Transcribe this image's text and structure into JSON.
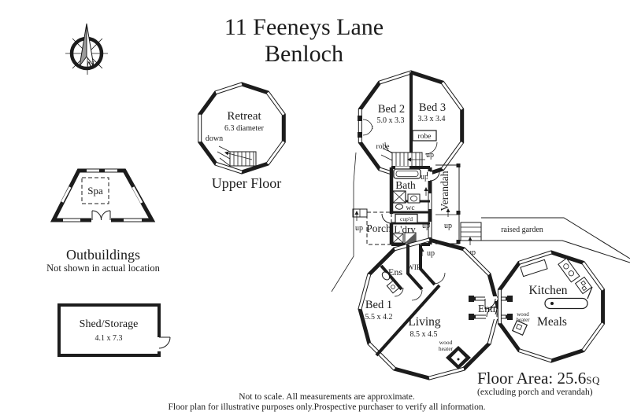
{
  "title": {
    "line1": "11 Feeneys Lane",
    "line2": "Benloch"
  },
  "compass": {
    "north": "N"
  },
  "upper_floor": {
    "room": "Retreat",
    "dim": "6.3 diameter",
    "down": "down",
    "caption": "Upper Floor"
  },
  "outbuildings": {
    "caption": "Outbuildings",
    "note": "Not shown in actual location",
    "spa": "Spa",
    "shed": "Shed/Storage",
    "shed_dim": "4.1 x 7.3"
  },
  "rooms": {
    "bed1": "Bed 1",
    "bed1_dim": "5.5 x 4.2",
    "bed2": "Bed 2",
    "bed2_dim": "5.0 x 3.3",
    "bed3": "Bed 3",
    "bed3_dim": "3.3 x 3.4",
    "bath": "Bath",
    "wc": "wc",
    "cupd": "cup'd",
    "ldry": "L'dry",
    "porch": "Porch",
    "verandah": "Verandah",
    "ens": "Ens",
    "wir": "WIR",
    "robe": "robe",
    "living": "Living",
    "living_dim": "8.5 x 4.5",
    "entry": "Entry",
    "kitchen": "Kitchen",
    "meals": "Meals"
  },
  "labels": {
    "up": "up",
    "raised_garden": "raised garden",
    "wood": "wood",
    "heater": "heater"
  },
  "floor_area": {
    "value": "Floor Area: 25.6",
    "unit": "SQ",
    "note": "(excluding porch and verandah)"
  },
  "disclaimer": {
    "line1": "Not to scale. All measurements are approximate.",
    "line2": "Floor plan for illustrative purposes only.Prospective purchaser to verify all information."
  },
  "colors": {
    "ink": "#1c1c1c",
    "paper": "#ffffff"
  }
}
